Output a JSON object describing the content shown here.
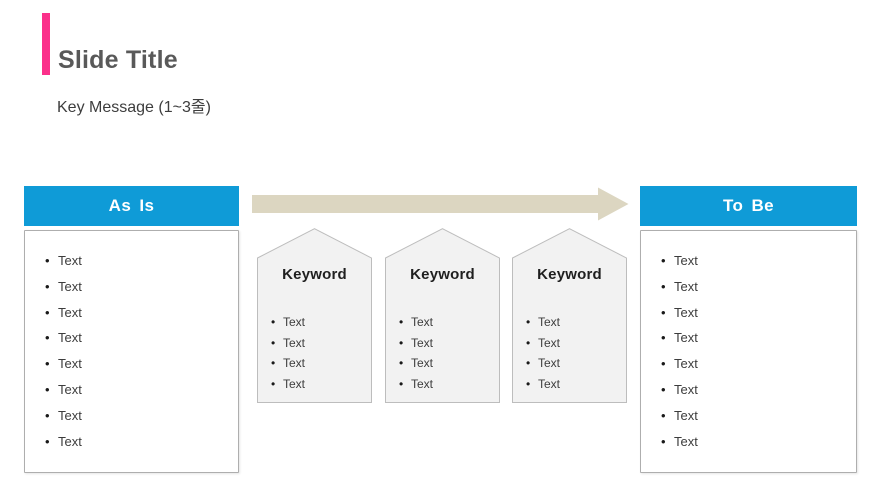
{
  "slide": {
    "title": "Slide Title",
    "key_message": "Key Message (1~3줄)"
  },
  "as_is": {
    "header": "As Is",
    "items": [
      "Text",
      "Text",
      "Text",
      "Text",
      "Text",
      "Text",
      "Text",
      "Text"
    ]
  },
  "to_be": {
    "header": "To Be",
    "items": [
      "Text",
      "Text",
      "Text",
      "Text",
      "Text",
      "Text",
      "Text",
      "Text"
    ]
  },
  "keywords": [
    {
      "title": "Keyword",
      "items": [
        "Text",
        "Text",
        "Text",
        "Text"
      ]
    },
    {
      "title": "Keyword",
      "items": [
        "Text",
        "Text",
        "Text",
        "Text"
      ]
    },
    {
      "title": "Keyword",
      "items": [
        "Text",
        "Text",
        "Text",
        "Text"
      ]
    }
  ],
  "colors": {
    "accent_pink": "#FB308A",
    "header_blue": "#0F9BD7",
    "arrow_tan": "#DCD6C1",
    "card_fill": "#F2F2F2",
    "card_border": "#BDBDBD",
    "panel_border": "#AEAEAE",
    "title_gray": "#595959",
    "text_dark": "#3C3C3C"
  }
}
